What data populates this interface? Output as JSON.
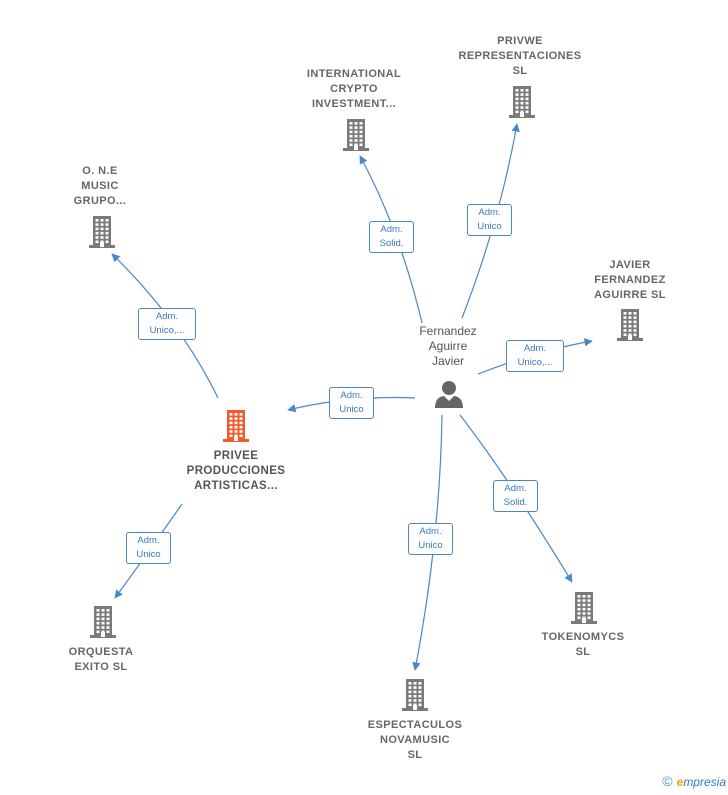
{
  "person": {
    "label": "Fernandez\nAguirre\nJavier"
  },
  "companies": {
    "privee": "PRIVEE\nPRODUCCIONES\nARTISTICAS...",
    "one": "O. N.E\nMUSIC\nGRUPO...",
    "intl": "INTERNATIONAL\nCRYPTO\nINVESTMENT...",
    "privwe": "PRIVWE\nREPRESENTACIONES\nSL",
    "javier": "JAVIER\nFERNANDEZ\nAGUIRRE  SL",
    "orquesta": "ORQUESTA\nEXITO  SL",
    "espect": "ESPECTACULOS\nNOVAMUSIC\nSL",
    "token": "TOKENOMYCS\nSL"
  },
  "edges": {
    "privee": "Adm.\nUnico",
    "one": "Adm.\nUnico,...",
    "intl": "Adm.\nSolid.",
    "privwe": "Adm.\nUnico",
    "javier": "Adm.\nUnico,...",
    "orquesta": "Adm.\nUnico",
    "espect": "Adm.\nUnico",
    "token": "Adm.\nSolid."
  },
  "colors": {
    "edge": "#4a86c8",
    "building": "#7a7a7a",
    "highlight": "#f05a28"
  },
  "footer": {
    "copyright": "©",
    "brand_e": "e",
    "brand_rest": "mpresia"
  }
}
